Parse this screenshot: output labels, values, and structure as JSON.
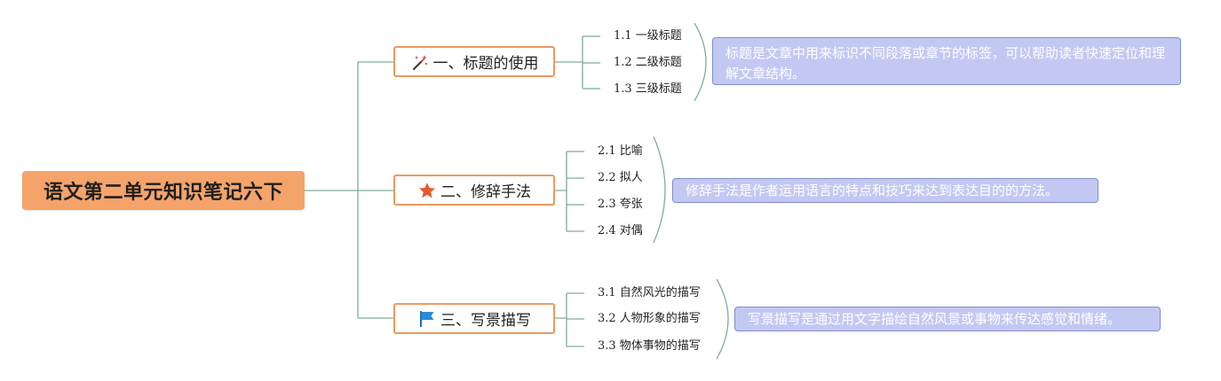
{
  "root": {
    "label": "语文第二单元知识笔记六下"
  },
  "topics": [
    {
      "label": "一、标题的使用",
      "icon": "magic-wand-icon",
      "subtopics": [
        "1.1 一级标题",
        "1.2 二级标题",
        "1.3 三级标题"
      ],
      "note": "标题是文章中用来标识不同段落或章节的标签，可以帮助读者快速定位和理解文章结构。"
    },
    {
      "label": "二、修辞手法",
      "icon": "star-icon",
      "subtopics": [
        "2.1 比喻",
        "2.2 拟人",
        "2.3 夸张",
        "2.4 对偶"
      ],
      "note": "修辞手法是作者运用语言的特点和技巧来达到表达目的的方法。"
    },
    {
      "label": "三、写景描写",
      "icon": "flag-icon",
      "subtopics": [
        "3.1 自然风光的描写",
        "3.2 人物形象的描写",
        "3.3 物体事物的描写"
      ],
      "note": "写景描写是通过用文字描绘自然风景或事物来传达感觉和情绪。"
    }
  ],
  "colors": {
    "root_fill": "#f4a46a",
    "topic_border": "#ea9a5e",
    "connector": "#7fae99",
    "note_fill": "#c3c8f3",
    "note_border": "#7f8fc9"
  }
}
